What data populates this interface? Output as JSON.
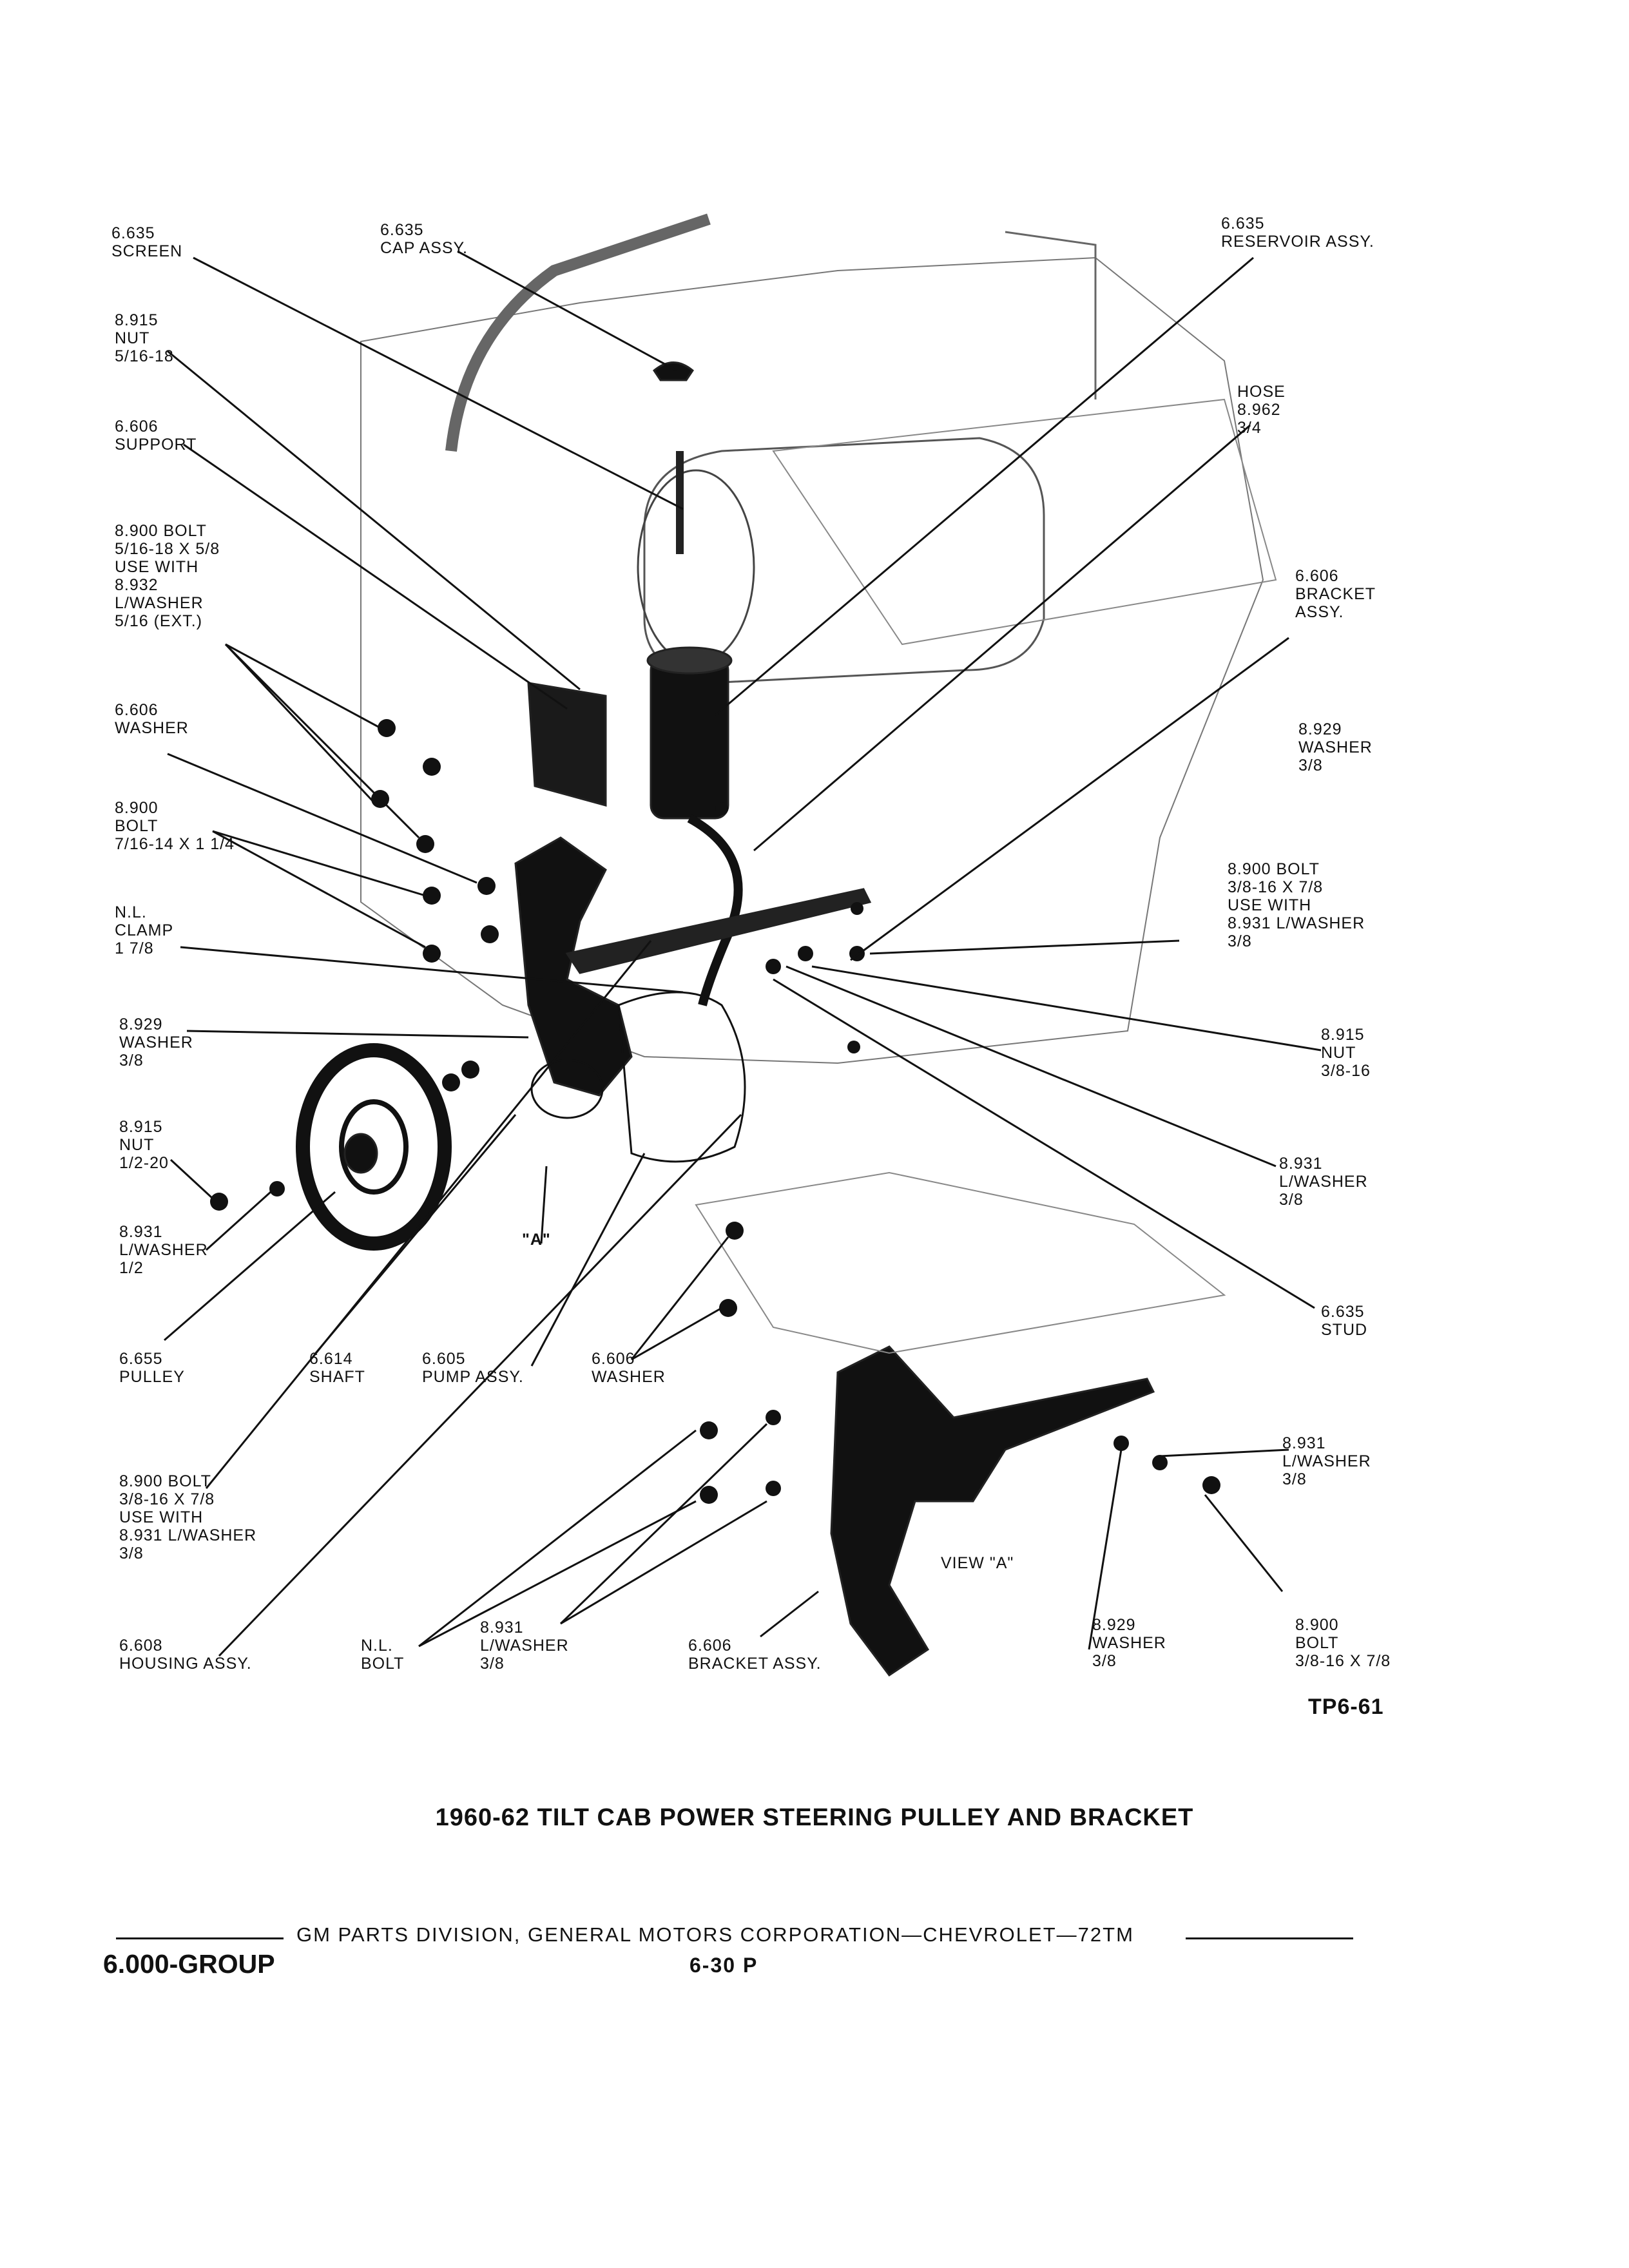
{
  "callouts": [
    {
      "id": "screen",
      "lines": [
        "6.635",
        "SCREEN"
      ]
    },
    {
      "id": "cap",
      "lines": [
        "6.635",
        "CAP ASSY."
      ]
    },
    {
      "id": "reservoir",
      "lines": [
        "6.635",
        "RESERVOIR ASSY."
      ]
    },
    {
      "id": "nut-516",
      "lines": [
        "8.915",
        "NUT",
        "5/16-18"
      ]
    },
    {
      "id": "support",
      "lines": [
        "6.606",
        "SUPPORT"
      ]
    },
    {
      "id": "hose",
      "lines": [
        "HOSE",
        "8.962",
        "3/4"
      ]
    },
    {
      "id": "bolt-516",
      "lines": [
        "8.900 BOLT",
        "5/16-18 x 5/8",
        "USE WITH",
        "8.932",
        "L/WASHER",
        "5/16 (EXT.)"
      ]
    },
    {
      "id": "bracket-top",
      "lines": [
        "6.606",
        "BRACKET",
        "ASSY."
      ]
    },
    {
      "id": "washer-606",
      "lines": [
        "6.606",
        "WASHER"
      ]
    },
    {
      "id": "washer-929-r",
      "lines": [
        "8.929",
        "WASHER",
        "3/8"
      ]
    },
    {
      "id": "bolt-716",
      "lines": [
        "8.900",
        "BOLT",
        "7/16-14 x 1 1/4"
      ]
    },
    {
      "id": "bolt-38-r",
      "lines": [
        "8.900 BOLT",
        "3/8-16 x 7/8",
        "USE WITH",
        "8.931 L/WASHER",
        "3/8"
      ]
    },
    {
      "id": "clamp",
      "lines": [
        "N.L.",
        "CLAMP",
        "1 7/8"
      ]
    },
    {
      "id": "washer-929-l",
      "lines": [
        "8.929",
        "WASHER",
        "3/8"
      ]
    },
    {
      "id": "nut-38",
      "lines": [
        "8.915",
        "NUT",
        "3/8-16"
      ]
    },
    {
      "id": "nut-12",
      "lines": [
        "8.915",
        "NUT",
        "1/2-20"
      ]
    },
    {
      "id": "lw-931-r",
      "lines": [
        "8.931",
        "L/WASHER",
        "3/8"
      ]
    },
    {
      "id": "lw-931-l",
      "lines": [
        "8.931",
        "L/WASHER",
        "1/2"
      ]
    },
    {
      "id": "view-a-label",
      "lines": [
        "\"A\""
      ]
    },
    {
      "id": "pulley",
      "lines": [
        "6.655",
        "PULLEY"
      ]
    },
    {
      "id": "shaft",
      "lines": [
        "6.614",
        "SHAFT"
      ]
    },
    {
      "id": "pump",
      "lines": [
        "6.605",
        "PUMP ASSY."
      ]
    },
    {
      "id": "washer-606-b",
      "lines": [
        "6.606",
        "WASHER"
      ]
    },
    {
      "id": "stud",
      "lines": [
        "6.635",
        "STUD"
      ]
    },
    {
      "id": "lw-931-b",
      "lines": [
        "8.931",
        "L/WASHER",
        "3/8"
      ]
    },
    {
      "id": "bolt-38-l",
      "lines": [
        "8.900 BOLT",
        "3/8-16 x 7/8",
        "USE WITH",
        "8.931 L/WASHER",
        "3/8"
      ]
    },
    {
      "id": "view-a",
      "lines": [
        "VIEW \"A\""
      ]
    },
    {
      "id": "housing",
      "lines": [
        "6.608",
        "HOUSING ASSY."
      ]
    },
    {
      "id": "nl-bolt",
      "lines": [
        "N.L.",
        "BOLT"
      ]
    },
    {
      "id": "lw-931-c",
      "lines": [
        "8.931",
        "L/WASHER",
        "3/8"
      ]
    },
    {
      "id": "bracket-bottom",
      "lines": [
        "6.606",
        "BRACKET ASSY."
      ]
    },
    {
      "id": "washer-929-b",
      "lines": [
        "8.929",
        "WASHER",
        "3/8"
      ]
    },
    {
      "id": "bolt-38-b",
      "lines": [
        "8.900",
        "BOLT",
        "3/8-16 x 7/8"
      ]
    }
  ],
  "figure_id": "TP6-61",
  "title": "1960-62 TILT CAB POWER STEERING PULLEY AND BRACKET",
  "footer": {
    "credit": "GM PARTS DIVISION, GENERAL MOTORS CORPORATION—CHEVROLET—72TM",
    "group": "6.000-GROUP",
    "page": "6-30 P"
  }
}
